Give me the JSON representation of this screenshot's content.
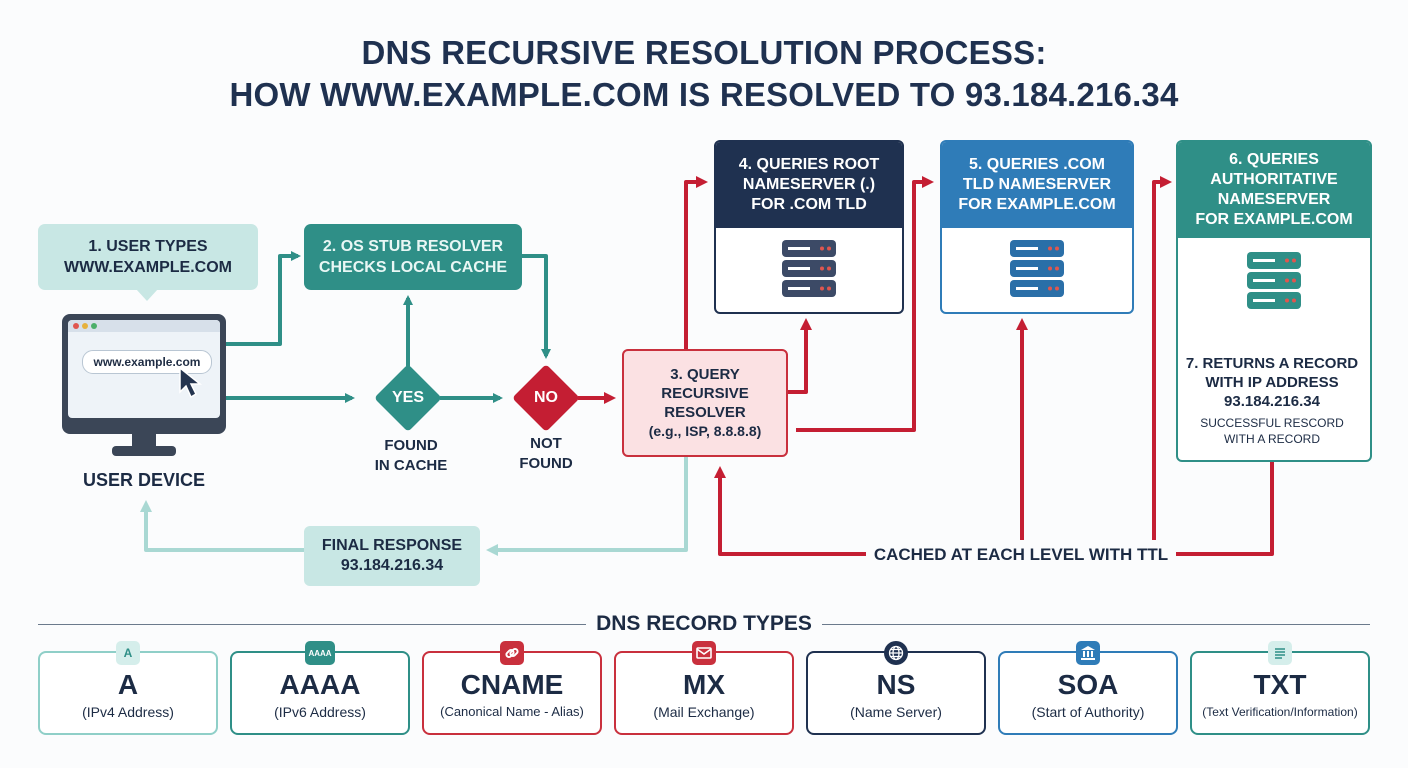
{
  "title": {
    "line1": "DNS RECURSIVE RESOLUTION PROCESS:",
    "line2": "HOW WWW.EXAMPLE.COM IS RESOLVED TO 93.184.216.34"
  },
  "colors": {
    "navy": "#1f3150",
    "teal": "#2f8f87",
    "light_teal": "#c8e7e4",
    "crimson": "#c9303d",
    "blue": "#2f7cb8"
  },
  "steps": {
    "user_types": {
      "line1": "1. USER TYPES",
      "line2": "WWW.EXAMPLE.COM"
    },
    "stub_resolver": {
      "line1": "2. OS STUB RESOLVER",
      "line2": "CHECKS LOCAL CACHE"
    },
    "query_resolver": {
      "line1": "3. QUERY",
      "line2": "RECURSIVE",
      "line3": "RESOLVER",
      "line4": "(e.g., ISP, 8.8.8.8)"
    },
    "root_ns": {
      "line1": "4. QUERIES ROOT",
      "line2": "NAMESERVER (.)",
      "line3": "FOR .COM TLD"
    },
    "tld_ns": {
      "line1": "5. QUERIES .COM",
      "line2": "TLD NAMESERVER",
      "line3": "FOR EXAMPLE.COM"
    },
    "auth_ns": {
      "line1": "6. QUERIES",
      "line2": "AUTHORITATIVE",
      "line3": "NAMESERVER",
      "line4": "FOR EXAMPLE.COM"
    },
    "returns": {
      "line1": "7. RETURNS A RECORD",
      "line2": "WITH IP ADDRESS",
      "line3": "93.184.216.34",
      "sub1": "SUCCESSFUL RESCORD",
      "sub2": "WITH A RECORD"
    }
  },
  "user_device": {
    "url": "www.example.com",
    "label": "USER DEVICE",
    "icons": [
      "monitor-icon",
      "cursor-icon"
    ]
  },
  "decisions": {
    "yes": {
      "label": "YES",
      "caption1": "FOUND",
      "caption2": "IN CACHE"
    },
    "no": {
      "label": "NO",
      "caption1": "NOT",
      "caption2": "FOUND"
    }
  },
  "final_response": {
    "line1": "FINAL RESPONSE",
    "line2": "93.184.216.34"
  },
  "cached_note": "CACHED AT EACH LEVEL WITH TTL",
  "record_types": {
    "title": "DNS RECORD TYPES",
    "items": [
      {
        "icon_text": "A",
        "icon": "letter-a-icon",
        "type": "A",
        "desc": "(IPv4 Address)",
        "color": "#8fcfc8"
      },
      {
        "icon_text": "AAAA",
        "icon": "letters-aaaa-icon",
        "type": "AAAA",
        "desc": "(IPv6 Address)",
        "color": "#2f8f87"
      },
      {
        "icon_text": "",
        "icon": "link-icon",
        "type": "CNAME",
        "desc": "(Canonical Name - Alias)",
        "color": "#c9303d"
      },
      {
        "icon_text": "",
        "icon": "mail-icon",
        "type": "MX",
        "desc": "(Mail Exchange)",
        "color": "#c9303d"
      },
      {
        "icon_text": "",
        "icon": "globe-icon",
        "type": "NS",
        "desc": "(Name Server)",
        "color": "#1f3150"
      },
      {
        "icon_text": "",
        "icon": "building-icon",
        "type": "SOA",
        "desc": "(Start of Authority)",
        "color": "#2f7cb8"
      },
      {
        "icon_text": "",
        "icon": "document-icon",
        "type": "TXT",
        "desc": "(Text Verification/Information)",
        "color": "#2f8f87"
      }
    ]
  }
}
